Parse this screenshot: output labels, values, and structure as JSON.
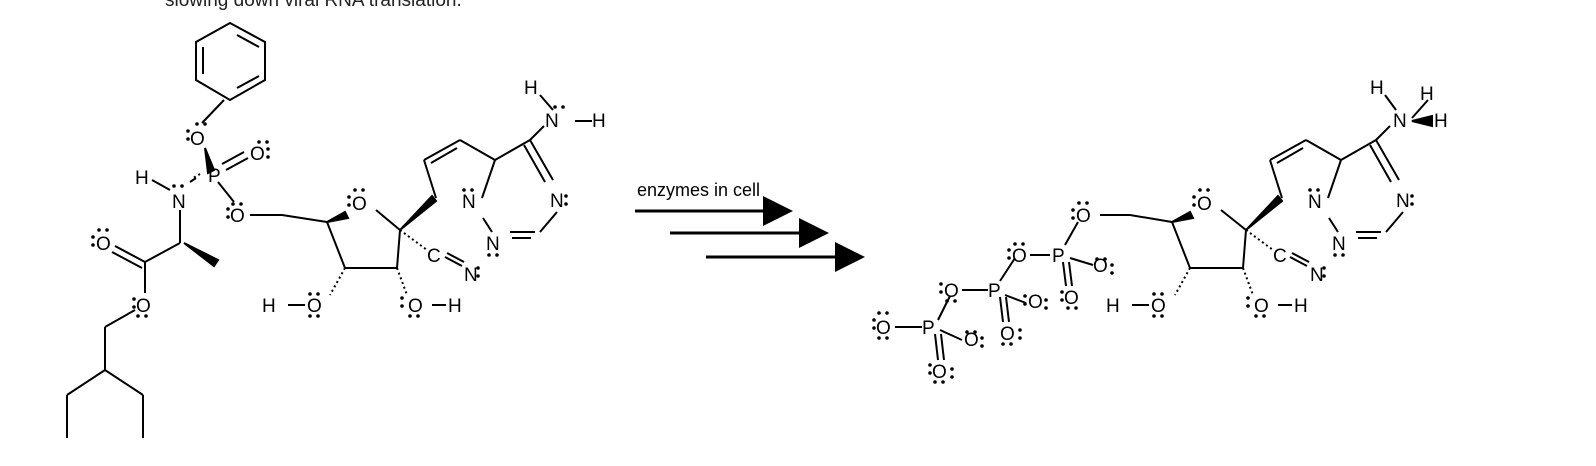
{
  "caption": "slowing down viral RNA translation.",
  "arrow_label": "enzymes in cell",
  "colors": {
    "ink": "#000000",
    "background": "#ffffff"
  },
  "atoms": {
    "O": "O",
    "N": "N",
    "P": "P",
    "H": "H",
    "C": "C"
  }
}
